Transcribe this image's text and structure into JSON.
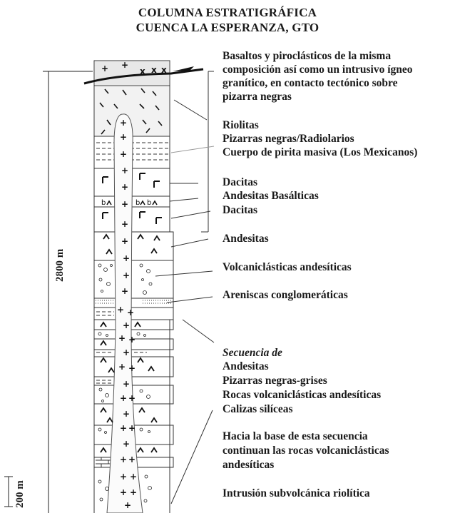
{
  "title": {
    "line1": "COLUMNA ESTRATIGRÁFICA",
    "line2": "CUENCA LA ESPERANZA, GTO"
  },
  "scale": {
    "total_thickness": "2800 m",
    "bar": "200 m"
  },
  "labels": {
    "basaltos": [
      "Basaltos y piroclásticos de la misma",
      "composición así como un intrusivo ígneo",
      "granítico, en contacto tectónico sobre",
      "pizarra negras"
    ],
    "riolitas": "Riolitas",
    "pizarras_radiolarios": "Pizarras negras/Radiolarios",
    "pirita": "Cuerpo de pirita masiva (Los Mexicanos)",
    "dacitas1": "Dacitas",
    "andesitas_basalticas": "Andesitas Basálticas",
    "dacitas2": "Dacitas",
    "andesitas": "Andesitas",
    "volcaniclasticas": "Volcaniclásticas andesíticas",
    "areniscas": "Areniscas conglomeráticas",
    "secuencia_title": "Secuencia de",
    "secuencia_items": [
      "Andesitas",
      "Pizarras negras-grises",
      "Rocas volcaniclásticas andesíticas",
      "Calizas silíceas"
    ],
    "base_note": [
      "Hacia la base de esta secuencia",
      "continuan las rocas volcaniclásticas",
      "andesíticas"
    ],
    "intrusion": "Intrusión subvolcánica riolítica"
  },
  "pattern_symbols": {
    "plus": "+",
    "x": "x",
    "b": "b"
  }
}
